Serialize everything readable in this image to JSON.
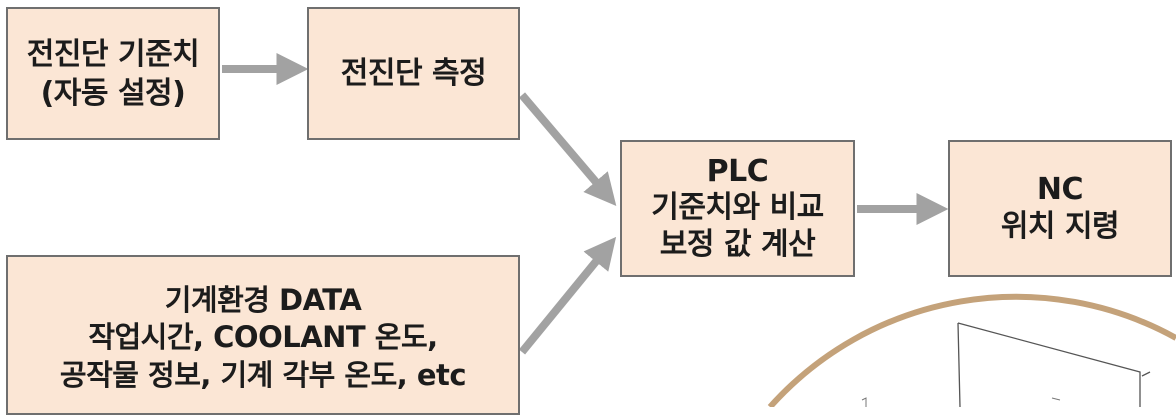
{
  "diagram": {
    "nodes": {
      "ref": {
        "text": "전진단 기준치\n(자동 설정)"
      },
      "meas": {
        "text": "전진단 측정"
      },
      "env": {
        "text": "기계환경 DATA\n작업시간, COOLANT 온도,\n공작물 정보, 기계 각부 온도, etc"
      },
      "plc": {
        "text": "PLC\n기준치와 비교\n보정 값 계산"
      },
      "nc": {
        "text": "NC\n위치 지령"
      }
    },
    "edges": [
      {
        "from": "ref",
        "to": "meas"
      },
      {
        "from": "meas",
        "to": "plc"
      },
      {
        "from": "env",
        "to": "plc"
      },
      {
        "from": "plc",
        "to": "nc"
      }
    ]
  },
  "colors": {
    "box_fill": "#fbe6d5",
    "box_border": "#6f6f6f",
    "arrow": "#a2a2a2",
    "circle": "#c4a27a"
  },
  "decorations": {
    "partial_circle_image": "machine-illustration (cropped)"
  }
}
